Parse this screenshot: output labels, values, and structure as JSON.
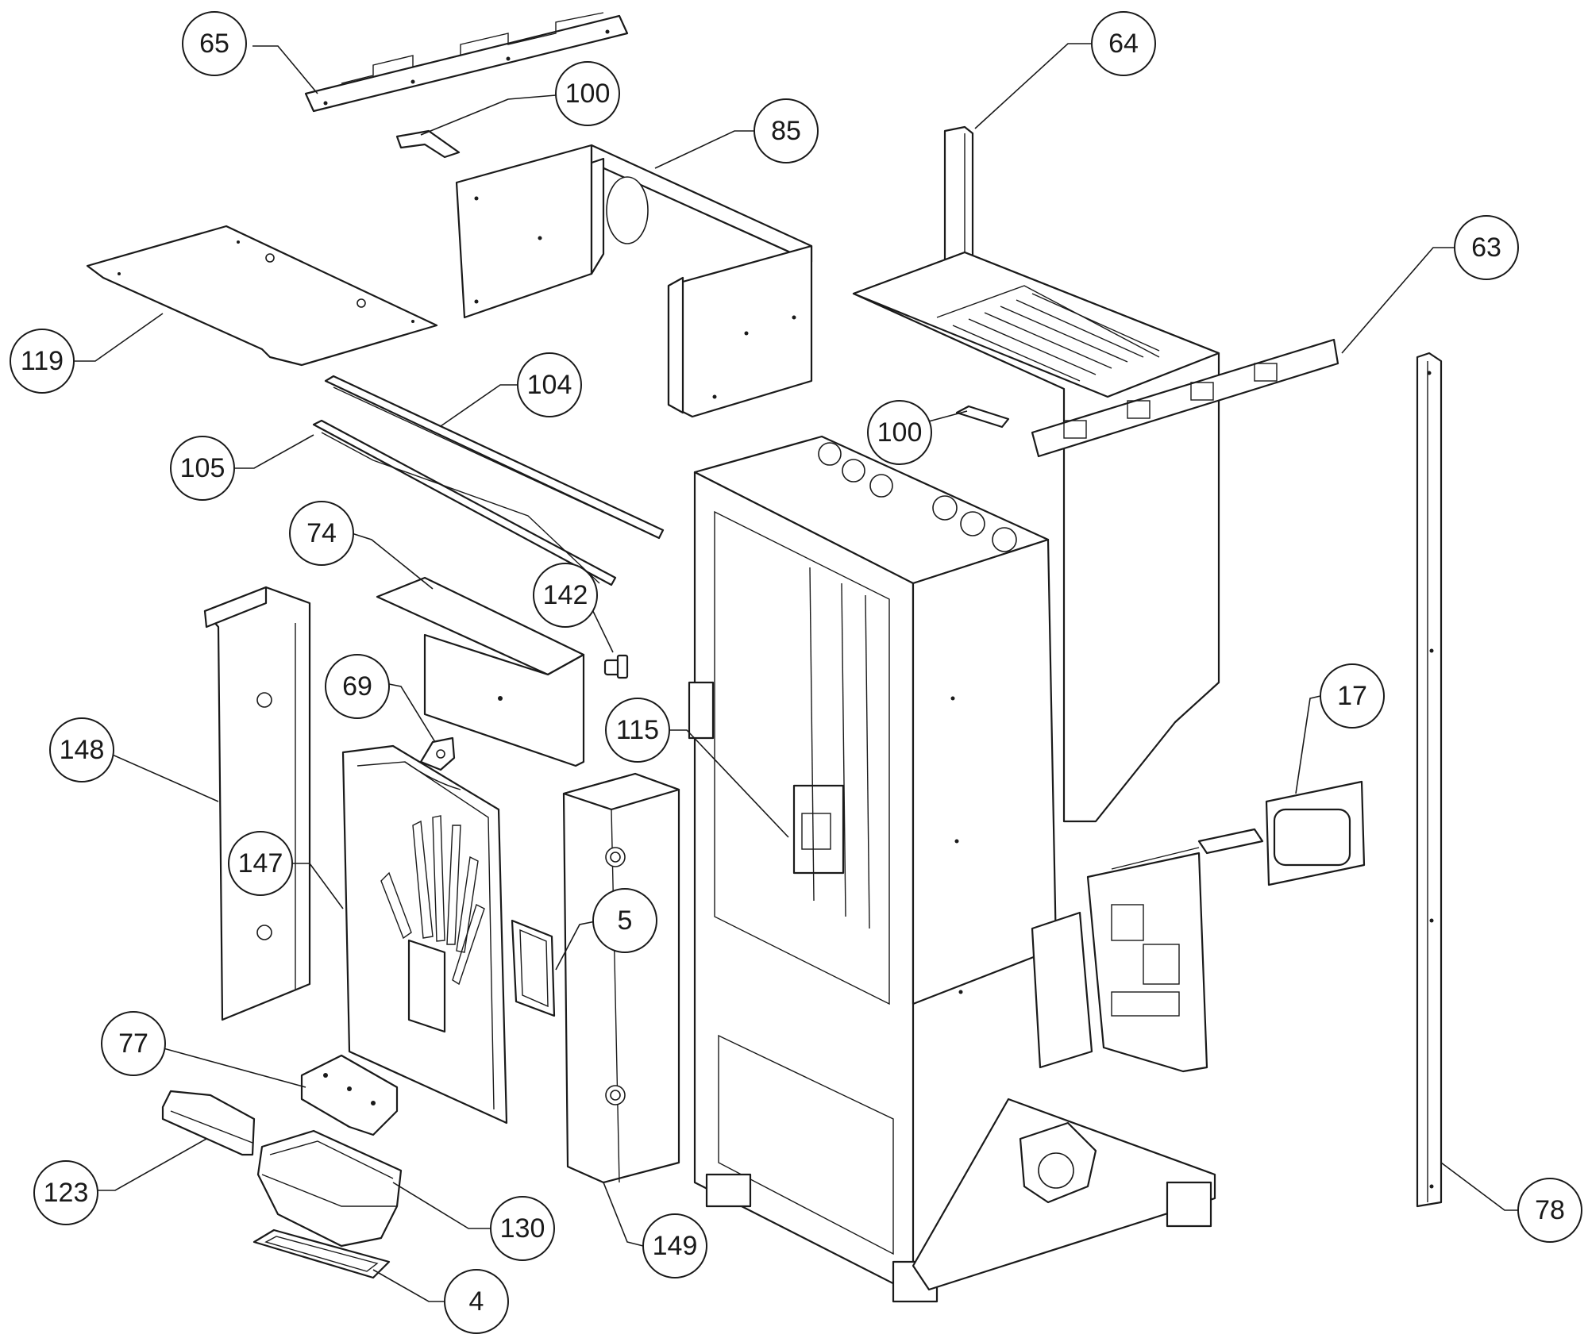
{
  "callouts": [
    {
      "id": "c65",
      "label": "65"
    },
    {
      "id": "c100a",
      "label": "100"
    },
    {
      "id": "c85",
      "label": "85"
    },
    {
      "id": "c64",
      "label": "64"
    },
    {
      "id": "c63",
      "label": "63"
    },
    {
      "id": "c119",
      "label": "119"
    },
    {
      "id": "c104",
      "label": "104"
    },
    {
      "id": "c100b",
      "label": "100"
    },
    {
      "id": "c105",
      "label": "105"
    },
    {
      "id": "c74",
      "label": "74"
    },
    {
      "id": "c142",
      "label": "142"
    },
    {
      "id": "c69",
      "label": "69"
    },
    {
      "id": "c148",
      "label": "148"
    },
    {
      "id": "c115",
      "label": "115"
    },
    {
      "id": "c17",
      "label": "17"
    },
    {
      "id": "c147",
      "label": "147"
    },
    {
      "id": "c5",
      "label": "5"
    },
    {
      "id": "c77",
      "label": "77"
    },
    {
      "id": "c123",
      "label": "123"
    },
    {
      "id": "c130",
      "label": "130"
    },
    {
      "id": "c149",
      "label": "149"
    },
    {
      "id": "c4",
      "label": "4"
    },
    {
      "id": "c78",
      "label": "78"
    }
  ]
}
